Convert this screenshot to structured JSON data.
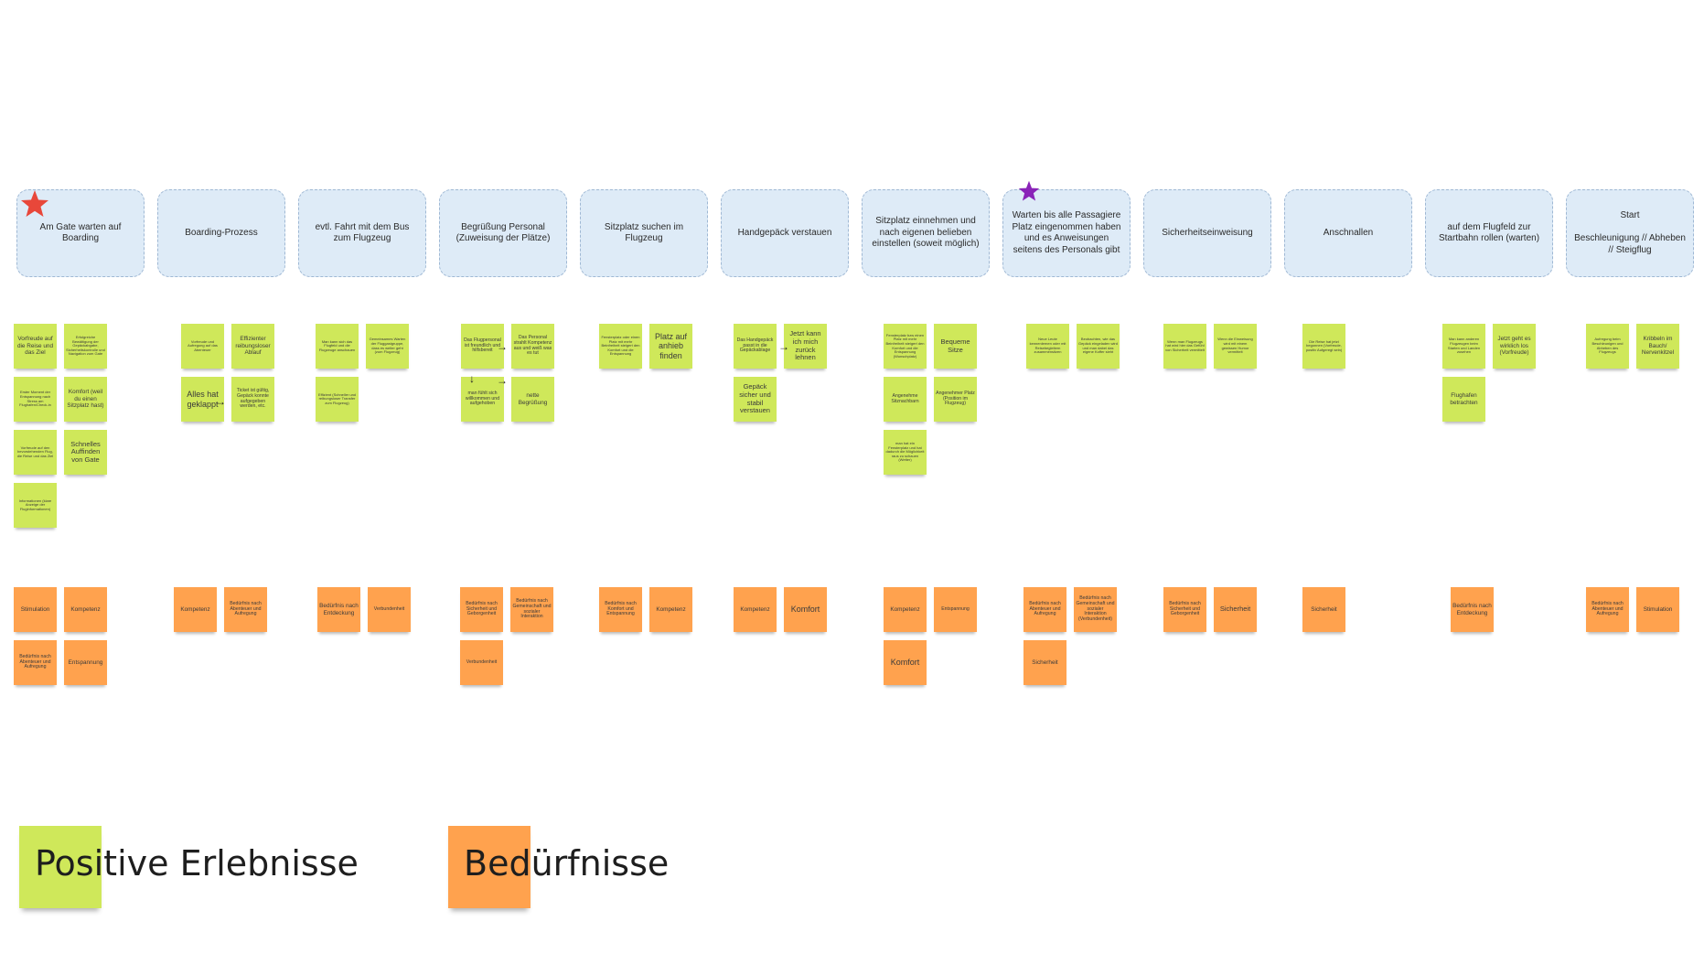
{
  "colors": {
    "stage_bg": "#deebf7",
    "stage_border": "#9fb8d4",
    "positive": "#cfe85a",
    "need": "#ffa24e",
    "star_red": "#e8473a",
    "star_purple": "#8a23b8"
  },
  "stages": [
    "Am Gate warten auf Boarding",
    "Boarding-Prozess",
    "evtl. Fahrt mit dem Bus zum Flugzeug",
    "Begrüßung Personal (Zuweisung der Plätze)",
    "Sitzplatz suchen im Flugzeug",
    "Handgepäck verstauen",
    "Sitzplatz einnehmen und nach eigenen belieben einstellen (soweit möglich)",
    "Warten bis alle Passagiere Platz eingenommen haben und es Anweisungen seitens des Personals gibt",
    "Sicherheitseinweisung",
    "Anschnallen",
    "auf dem Flugfeld zur Startbahn rollen (warten)",
    "Start\n\nBeschleunigung // Abheben // Steigflug"
  ],
  "stage_icons": [
    "star-red-icon",
    "star-purple-icon"
  ],
  "positive_notes": [
    {
      "stage": 0,
      "col": 0,
      "row": 0,
      "size": "s6",
      "text": "Vorfreude auf die Reise und das Ziel"
    },
    {
      "stage": 0,
      "col": 1,
      "row": 0,
      "size": "s4",
      "text": "Erfolgreiche Bewältigung der Gepäckabgabe, Sicherheitskontrolle und Navigation zum Gate"
    },
    {
      "stage": 0,
      "col": 0,
      "row": 1,
      "size": "s4",
      "text": "Erster Moment der Entspannung nach Stress am Flughafen/Check-in"
    },
    {
      "stage": 0,
      "col": 1,
      "row": 1,
      "size": "s6",
      "text": "Komfort (weil du einen Sitzplatz hast)"
    },
    {
      "stage": 0,
      "col": 0,
      "row": 2,
      "size": "s4",
      "text": "Vorfreude auf den bevorstehenden Flug, die Reise und das Ziel"
    },
    {
      "stage": 0,
      "col": 1,
      "row": 2,
      "size": "s7",
      "text": "Schnelles Auffinden von Gate"
    },
    {
      "stage": 0,
      "col": 0,
      "row": 3,
      "size": "s4",
      "text": "Informationen (klare Anzeige der Fluginformationen)"
    },
    {
      "stage": 1,
      "col": 0,
      "row": 0,
      "size": "s4",
      "text": "Vorfreude und Aufregung auf das Abenteuer"
    },
    {
      "stage": 1,
      "col": 1,
      "row": 0,
      "size": "s6",
      "text": "Effizienter reibungsloser Ablauf"
    },
    {
      "stage": 1,
      "col": 0,
      "row": 1,
      "size": "s9",
      "text": "Alles hat geklappt"
    },
    {
      "stage": 1,
      "col": 1,
      "row": 1,
      "size": "s5",
      "text": "Ticket ist gültig, Gepäck konnte aufgegeben werden, etc."
    },
    {
      "stage": 2,
      "col": 0,
      "row": 0,
      "size": "s4",
      "text": "Man kann sich das Flugfeld und die Flugzeuge anschauen"
    },
    {
      "stage": 2,
      "col": 1,
      "row": 0,
      "size": "s4",
      "text": "Gemeinsames Warten der Fluggastgruppe, dass es weiter geht (zum Flugzeug)"
    },
    {
      "stage": 2,
      "col": 0,
      "row": 1,
      "size": "s4",
      "text": "Effizient (Schneller und reibungsloser Transfer zum Flugzeug)"
    },
    {
      "stage": 3,
      "col": 0,
      "row": 0,
      "size": "s5",
      "text": "Das Flugpersonal ist freundlich und hilfsbereit"
    },
    {
      "stage": 3,
      "col": 1,
      "row": 0,
      "size": "s5",
      "text": "Das Personal strahlt Kompetenz aus und weiß was es tut"
    },
    {
      "stage": 3,
      "col": 0,
      "row": 1,
      "size": "s5",
      "text": "man fühlt sich willkommen und aufgehoben"
    },
    {
      "stage": 3,
      "col": 1,
      "row": 1,
      "size": "s6",
      "text": "nette Begrüßung"
    },
    {
      "stage": 4,
      "col": 0,
      "row": 0,
      "size": "s4",
      "text": "Fensterplatz oder einen Platz mit mehr Beinfreiheit steigert den Komfort und die Entspannung"
    },
    {
      "stage": 4,
      "col": 1,
      "row": 0,
      "size": "s9",
      "text": "Platz auf anhieb finden"
    },
    {
      "stage": 5,
      "col": 0,
      "row": 0,
      "size": "s5",
      "text": "Das Handgepäck passt in die Gepäckablage"
    },
    {
      "stage": 5,
      "col": 1,
      "row": 0,
      "size": "s7",
      "text": "Jetzt kann ich mich zurück lehnen"
    },
    {
      "stage": 5,
      "col": 0,
      "row": 1,
      "size": "s7",
      "text": "Gepäck sicher und stabil verstauen"
    },
    {
      "stage": 6,
      "col": 0,
      "row": 0,
      "size": "s4",
      "text": "Fensterplatz bzw einen Platz mit mehr Beinfreiheit steigert den Komfort und die Entspannung (Wunschplatz)"
    },
    {
      "stage": 6,
      "col": 1,
      "row": 0,
      "size": "s7",
      "text": "Bequeme Sitze"
    },
    {
      "stage": 6,
      "col": 0,
      "row": 1,
      "size": "s5",
      "text": "Angenehme Sitznachbarn"
    },
    {
      "stage": 6,
      "col": 1,
      "row": 1,
      "size": "s5",
      "text": "Angenehmer Platz (Position im Flugzeug)"
    },
    {
      "stage": 6,
      "col": 0,
      "row": 2,
      "size": "s4",
      "text": "man hat ein Fensterplatz und hat dadurch die Möglichkeit raus zu schauen (Wetter)"
    },
    {
      "stage": 7,
      "col": 0,
      "row": 0,
      "size": "s4",
      "text": "Neue Leute kennenlernen oder mit Reisebegleitern zusammensitzen"
    },
    {
      "stage": 7,
      "col": 1,
      "row": 0,
      "size": "s4",
      "text": "Beobachten, wie das Gepäck eingeladen wird und man dabei das eigene Koffer sieht"
    },
    {
      "stage": 8,
      "col": 0,
      "row": 0,
      "size": "s4",
      "text": "Wenn man Flugzeugs hat wird hier das Gefühl von Sicherheit vermittelt"
    },
    {
      "stage": 8,
      "col": 1,
      "row": 0,
      "size": "s4",
      "text": "Wenn die Einweisung wird mit einem gewissen Humor vermittelt"
    },
    {
      "stage": 9,
      "col": 0,
      "row": 0,
      "size": "s4",
      "text": "Die Reise hat jetzt begonnen (Vorfreude, positiv Aufgeregt sein)"
    },
    {
      "stage": 10,
      "col": 0,
      "row": 0,
      "size": "s4",
      "text": "Man kann anderen Flugzeugen beim Starten und Landen zusehen"
    },
    {
      "stage": 10,
      "col": 1,
      "row": 0,
      "size": "s6",
      "text": "Jetzt geht es wirklich los (Vorfreude)"
    },
    {
      "stage": 10,
      "col": 0,
      "row": 1,
      "size": "s6",
      "text": "Flughafen betrachten"
    },
    {
      "stage": 11,
      "col": 0,
      "row": 0,
      "size": "s4",
      "text": "Aufregung beim Beschleunigen und Abheben des Flugzeugs"
    },
    {
      "stage": 11,
      "col": 1,
      "row": 0,
      "size": "s6",
      "text": "Kribbeln im Bauch/ Nervenkitzel"
    }
  ],
  "need_notes": [
    {
      "stage": 0,
      "col": 0,
      "row": 0,
      "size": "s6",
      "text": "Stimulation"
    },
    {
      "stage": 0,
      "col": 1,
      "row": 0,
      "size": "s6",
      "text": "Kompetenz"
    },
    {
      "stage": 0,
      "col": 0,
      "row": 1,
      "size": "s5",
      "text": "Bedürfnis nach Abenteuer und Aufregung"
    },
    {
      "stage": 0,
      "col": 1,
      "row": 1,
      "size": "s6",
      "text": "Entspannung"
    },
    {
      "stage": 1,
      "col": 0,
      "row": 0,
      "size": "s6",
      "text": "Kompetenz"
    },
    {
      "stage": 1,
      "col": 1,
      "row": 0,
      "size": "s5",
      "text": "Bedürfnis nach Abenteuer und Aufregung"
    },
    {
      "stage": 2,
      "col": 0,
      "row": 0,
      "size": "s6",
      "text": "Bedürfnis nach Entdeckung"
    },
    {
      "stage": 2,
      "col": 1,
      "row": 0,
      "size": "s5",
      "text": "Verbundenheit"
    },
    {
      "stage": 3,
      "col": 0,
      "row": 0,
      "size": "s5",
      "text": "Bedürfnis nach Sicherheit und Geborgenheit"
    },
    {
      "stage": 3,
      "col": 1,
      "row": 0,
      "size": "s5",
      "text": "Bedürfnis nach Gemeinschaft und sozialer Interaktion"
    },
    {
      "stage": 3,
      "col": 0,
      "row": 1,
      "size": "s5",
      "text": "Verbundenheit"
    },
    {
      "stage": 4,
      "col": 0,
      "row": 0,
      "size": "s5",
      "text": "Bedürfnis nach Komfort und Entspannung"
    },
    {
      "stage": 4,
      "col": 1,
      "row": 0,
      "size": "s6",
      "text": "Kompetenz"
    },
    {
      "stage": 5,
      "col": 0,
      "row": 0,
      "size": "s6",
      "text": "Kompetenz"
    },
    {
      "stage": 5,
      "col": 1,
      "row": 0,
      "size": "s9",
      "text": "Komfort"
    },
    {
      "stage": 6,
      "col": 0,
      "row": 0,
      "size": "s6",
      "text": "Kompetenz"
    },
    {
      "stage": 6,
      "col": 1,
      "row": 0,
      "size": "s5",
      "text": "Entspannung"
    },
    {
      "stage": 6,
      "col": 0,
      "row": 1,
      "size": "s9",
      "text": "Komfort"
    },
    {
      "stage": 7,
      "col": 0,
      "row": 0,
      "size": "s5",
      "text": "Bedürfnis nach Abenteuer und Aufregung"
    },
    {
      "stage": 7,
      "col": 1,
      "row": 0,
      "size": "s5",
      "text": "Bedürfnis nach Gemeinschaft und sozialer Interaktion (Verbundenheit)"
    },
    {
      "stage": 7,
      "col": 0,
      "row": 1,
      "size": "s6",
      "text": "Sicherheit"
    },
    {
      "stage": 8,
      "col": 0,
      "row": 0,
      "size": "s5",
      "text": "Bedürfnis nach Sicherheit und Geborgenheit"
    },
    {
      "stage": 8,
      "col": 1,
      "row": 0,
      "size": "s7",
      "text": "Sicherheit"
    },
    {
      "stage": 9,
      "col": 0,
      "row": 0,
      "size": "s6",
      "text": "Sicherheit"
    },
    {
      "stage": 10,
      "col": 0,
      "row": 0,
      "size": "s6",
      "text": "Bedürfnis nach Entdeckung"
    },
    {
      "stage": 11,
      "col": 0,
      "row": 0,
      "size": "s5",
      "text": "Bedürfnis nach Abenteuer und Aufregung"
    },
    {
      "stage": 11,
      "col": 1,
      "row": 0,
      "size": "s6",
      "text": "Stimulation"
    }
  ],
  "legend": {
    "positive_label": "Positive Erlebnisse",
    "need_label": "Bedürfnisse"
  }
}
